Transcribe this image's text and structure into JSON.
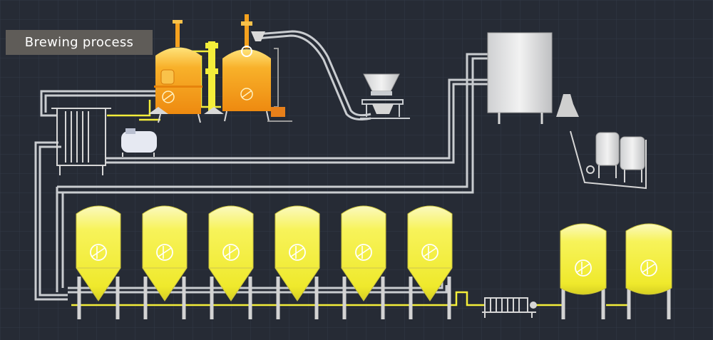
{
  "title": "Brewing process",
  "colors": {
    "background": "#262b35",
    "grid": "#323846",
    "pipe_gray": "#c9ccd0",
    "pipe_yellow": "#f4ee3a",
    "tank_yellow": "#f7f35a",
    "tank_orange": "#f5a21f",
    "metal": "#d6d6d6",
    "title_box": "#5f5c58"
  },
  "equipment": {
    "brewhouse_vessels": 2,
    "fermentation_tanks": 6,
    "bright_beer_tanks": 2,
    "icons": [
      "mash-tun",
      "lauter-tun",
      "malt-mill",
      "hot-water-tank",
      "plate-heat-exchanger",
      "air-compressor",
      "cip-unit",
      "beer-filter",
      "yeast-tank"
    ]
  }
}
